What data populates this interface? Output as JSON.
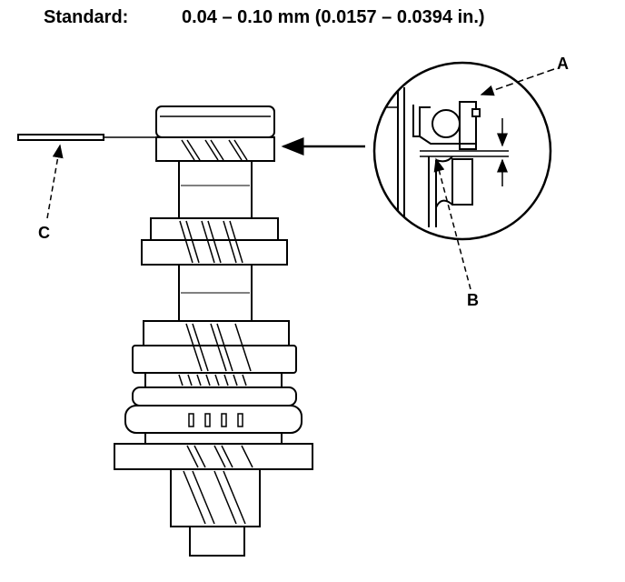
{
  "spec": {
    "label": "Standard:",
    "value": "0.04 – 0.10 mm (0.0157 – 0.0394 in.)"
  },
  "callouts": {
    "a": "A",
    "b": "B",
    "c": "C"
  }
}
